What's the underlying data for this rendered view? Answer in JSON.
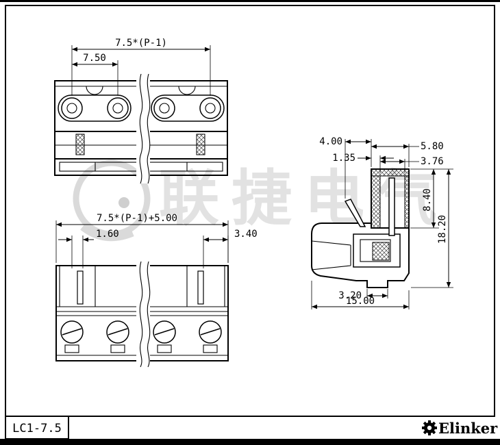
{
  "title_block": {
    "part_number": "LC1-7.5",
    "brand": "Elinker"
  },
  "watermark": {
    "text": "联捷电气"
  },
  "views": {
    "top": {
      "dims": {
        "total_pitch": "7.5*(P-1)",
        "pitch": "7.50"
      }
    },
    "front": {
      "dims": {
        "overall": "7.5*(P-1)+5.00",
        "pin_offset": "1.60",
        "end_offset": "3.40"
      }
    },
    "side": {
      "dims": {
        "latch": "4.00",
        "outer_width": "5.80",
        "wall": "1.35",
        "inner_width": "3.76",
        "socket_depth": "8.40",
        "height": "18.20",
        "foot": "3.20",
        "depth": "15.00"
      }
    }
  }
}
